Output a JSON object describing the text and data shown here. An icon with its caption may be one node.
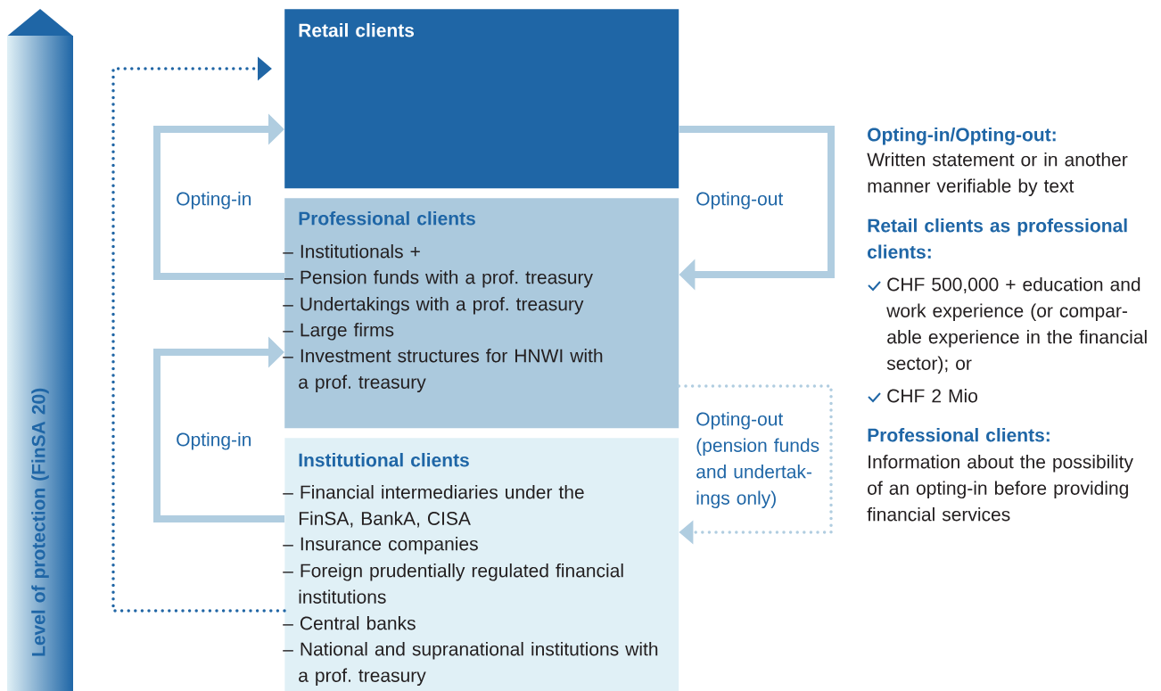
{
  "diagram": {
    "nodes": [
      {
        "text": [
          "Level of protection (FinSA 20)"
        ]
      },
      {
        "text": [
          "Retail clients"
        ]
      },
      {
        "text": [
          "Professional clients",
          "– Institutionals +",
          "– Pension funds with a prof. treasury",
          "– Undertakings with a prof. treasury",
          "– Large firms",
          "– Investment structures for HNWI with a prof. treasury"
        ]
      },
      {
        "text": [
          "Institutional clients",
          "– Financial intermediaries under the FinSA, BankA, CISA",
          "– Insurance companies",
          "– Foreign prudentially regulated financial institutions",
          "– Central banks",
          "– National and supranational institutions with a prof. treasury"
        ]
      }
    ],
    "edges": [
      {
        "from": 2,
        "to": 1,
        "arrow": "to",
        "label": "Opting-in"
      },
      {
        "from": 3,
        "to": 2,
        "arrow": "to",
        "label": "Opting-in"
      },
      {
        "from": 1,
        "to": 2,
        "arrow": "to",
        "label": "Opting-out"
      },
      {
        "from": 2,
        "to": 3,
        "arrow": "to",
        "label": "Opting-out (pension funds and undertak- ings only)",
        "style": "dashed"
      },
      {
        "from": 3,
        "to": 1,
        "arrow": "to",
        "style": "dashed",
        "color": "#2166a5"
      }
    ],
    "labels": [
      "Opting-in/Opting-out:",
      "Written statement or in another manner verifiable by text",
      "Retail clients as professional clients:",
      "CHF 500,000 + education and work experience (or compar- able experience in the financial sector); or",
      "CHF 2 Mio",
      "Professional clients:",
      "Information about the possibility of an opting-in before providing financial services"
    ]
  }
}
